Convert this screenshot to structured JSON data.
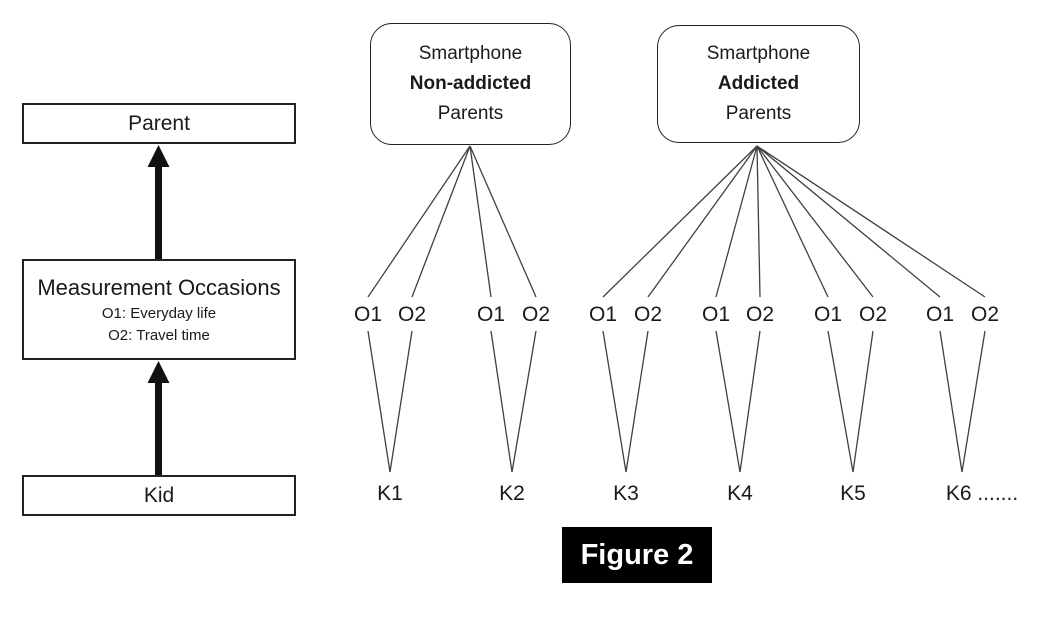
{
  "figure": {
    "caption": "Figure 2"
  },
  "left_panel": {
    "parent": "Parent",
    "measurement": {
      "title": "Measurement Occasions",
      "o1": "O1: Everyday life",
      "o2": "O2: Travel time"
    },
    "kid": "Kid"
  },
  "diagram": {
    "groups": [
      {
        "id": "smartphone-non-addicted",
        "box_lines": [
          "Smartphone",
          "Non-addicted",
          "Parents"
        ],
        "kids": [
          {
            "label": "K1",
            "occasions": [
              "O1",
              "O2"
            ]
          },
          {
            "label": "K2",
            "occasions": [
              "O1",
              "O2"
            ]
          }
        ]
      },
      {
        "id": "smartphone-addicted",
        "box_lines": [
          "Smartphone",
          "Addicted",
          "Parents"
        ],
        "kids": [
          {
            "label": "K3",
            "occasions": [
              "O1",
              "O2"
            ]
          },
          {
            "label": "K4",
            "occasions": [
              "O1",
              "O2"
            ]
          },
          {
            "label": "K5",
            "occasions": [
              "O1",
              "O2"
            ]
          },
          {
            "label": "K6 .......",
            "occasions": [
              "O1",
              "O2"
            ]
          }
        ]
      }
    ]
  },
  "colors": {
    "line": "#404040",
    "border": "#222222",
    "text": "#1a1a1a",
    "arrow": "#111111",
    "caption_bg": "#000000",
    "caption_text": "#ffffff"
  }
}
